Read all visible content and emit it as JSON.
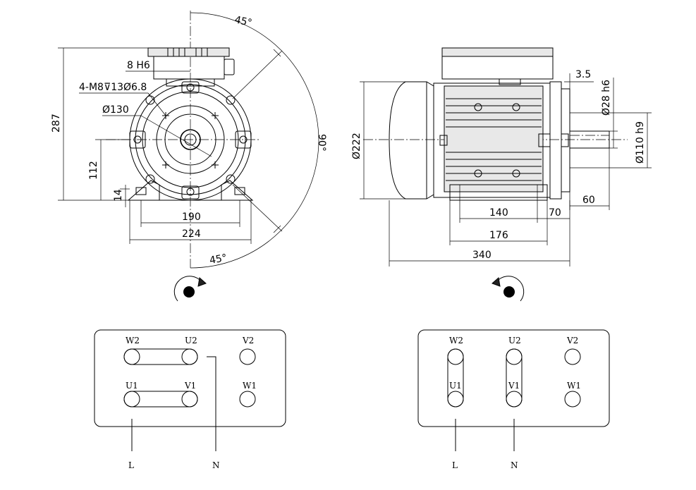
{
  "front_view": {
    "angle_top": "45°",
    "angle_bottom": "45°",
    "angle_side": "90°",
    "height_total": "287",
    "key_width": "8 H6",
    "mount_holes": "4-M8",
    "mount_depth": "13",
    "mount_hole_dia": "Ø6.8",
    "pcd": "Ø130",
    "shaft_height": "112",
    "foot_height": "14",
    "foot_spacing": "190",
    "foot_width": "224"
  },
  "side_view": {
    "body_dia": "Ø222",
    "step": "3.5",
    "shaft_dia": "Ø28 h6",
    "spigot_dia": "Ø110 h9",
    "shaft_length": "60",
    "foot_holes": "140",
    "foot_to_flange": "70",
    "foot_length": "176",
    "overall_length": "340"
  },
  "wiring_left": {
    "top_labels": [
      "W2",
      "U2",
      "V2"
    ],
    "bottom_labels": [
      "U1",
      "V1",
      "W1"
    ],
    "lead_l": "L",
    "lead_n": "N"
  },
  "wiring_right": {
    "top_labels": [
      "W2",
      "U2",
      "V2"
    ],
    "bottom_labels": [
      "U1",
      "V1",
      "W1"
    ],
    "lead_l": "L",
    "lead_n": "N"
  },
  "rotation": {
    "left": "clockwise",
    "right": "counter-clockwise"
  }
}
